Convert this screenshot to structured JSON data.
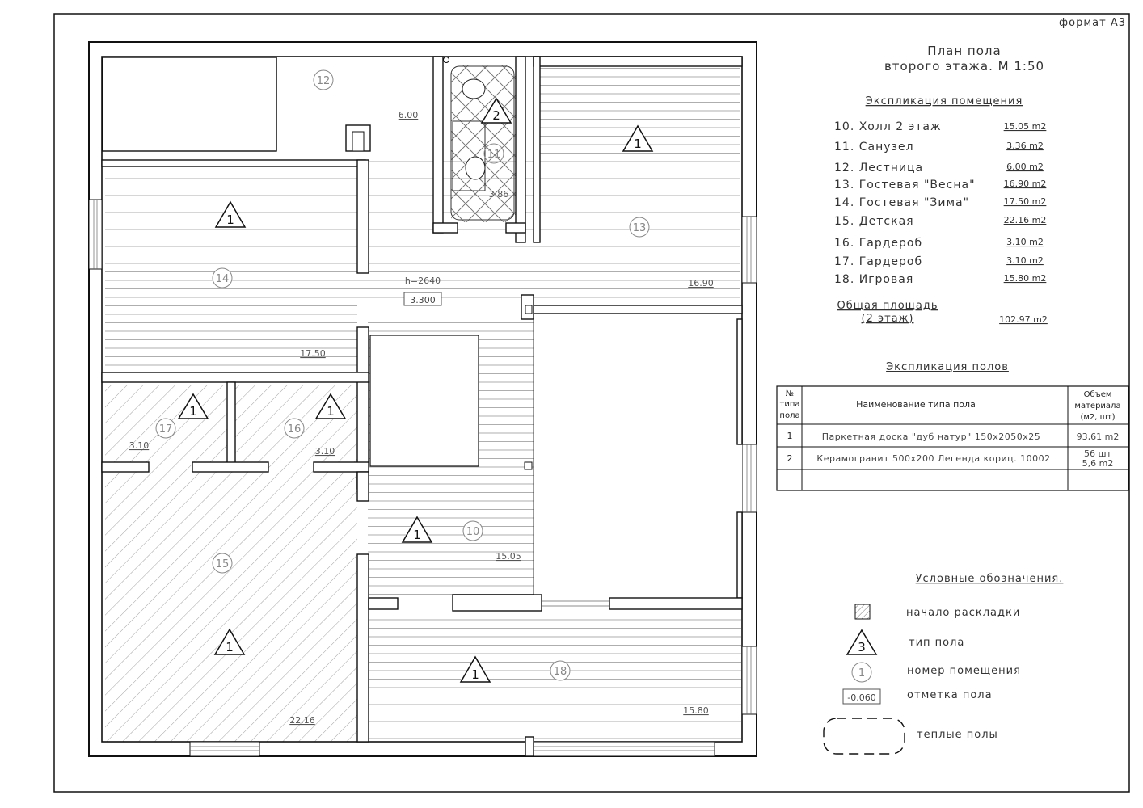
{
  "sheet": {
    "format_label": "формат А3"
  },
  "title": {
    "line1": "План пола",
    "line2": "второго этажа. М 1:50"
  },
  "rooms_explication": {
    "heading": "Экспликация помещения",
    "rows": [
      {
        "name": "10. Холл 2 этаж",
        "area": "15.05 m2"
      },
      {
        "name": "11. Санузел",
        "area": "3.36 m2"
      },
      {
        "name": "12. Лестница",
        "area": "6.00 m2"
      },
      {
        "name": "13. Гостевая \"Весна\"",
        "area": "16.90 m2"
      },
      {
        "name": "14. Гостевая \"Зима\"",
        "area": "17.50 m2"
      },
      {
        "name": "15. Детская",
        "area": "22.16 m2"
      },
      {
        "name": "16. Гардероб",
        "area": "3.10 m2"
      },
      {
        "name": "17. Гардероб",
        "area": "3.10 m2"
      },
      {
        "name": "18. Игровая",
        "area": "15.80 m2"
      }
    ],
    "total_label_1": "Общая площадь",
    "total_label_2": "(2 этаж)",
    "total_value": "102.97 m2"
  },
  "floors_explication": {
    "heading": "Экспликация полов",
    "headers": {
      "num": [
        "№",
        "типа",
        "пола"
      ],
      "name": "Наименование типа пола",
      "vol": [
        "Объем",
        "материала",
        "(м2, шт)"
      ]
    },
    "rows": [
      {
        "num": "1",
        "name": "Паркетная доска \"дуб натур\" 150х2050х25",
        "vol": [
          "93,61 m2"
        ]
      },
      {
        "num": "2",
        "name": "Керамогранит 500х200 Легенда кориц. 10002",
        "vol": [
          "56 шт",
          "5,6 m2"
        ]
      }
    ]
  },
  "legend": {
    "heading": "Условные обозначения.",
    "items": [
      {
        "symbol": "",
        "label": "начало раскладки"
      },
      {
        "symbol": "3",
        "label": "тип пола"
      },
      {
        "symbol": "1",
        "label": "номер помещения"
      },
      {
        "symbol": "-0.060",
        "label": "отметка пола"
      },
      {
        "symbol": "",
        "label": "теплые полы"
      }
    ]
  },
  "plan": {
    "rooms": [
      {
        "num": "12",
        "area": "6.00"
      },
      {
        "num": "11",
        "area": "3.86"
      },
      {
        "num": "13",
        "area": "16.90"
      },
      {
        "num": "14",
        "area": "17.50"
      },
      {
        "num": "17",
        "area": "3.10"
      },
      {
        "num": "16",
        "area": "3.10"
      },
      {
        "num": "15",
        "area": "22.16"
      },
      {
        "num": "10",
        "area": "15.05"
      },
      {
        "num": "18",
        "area": "15.80"
      }
    ],
    "floor_type_marks": [
      "2",
      "1",
      "1",
      "1",
      "1",
      "1",
      "1",
      "1"
    ],
    "height_note": "h=2640",
    "level_mark": "3.300"
  }
}
